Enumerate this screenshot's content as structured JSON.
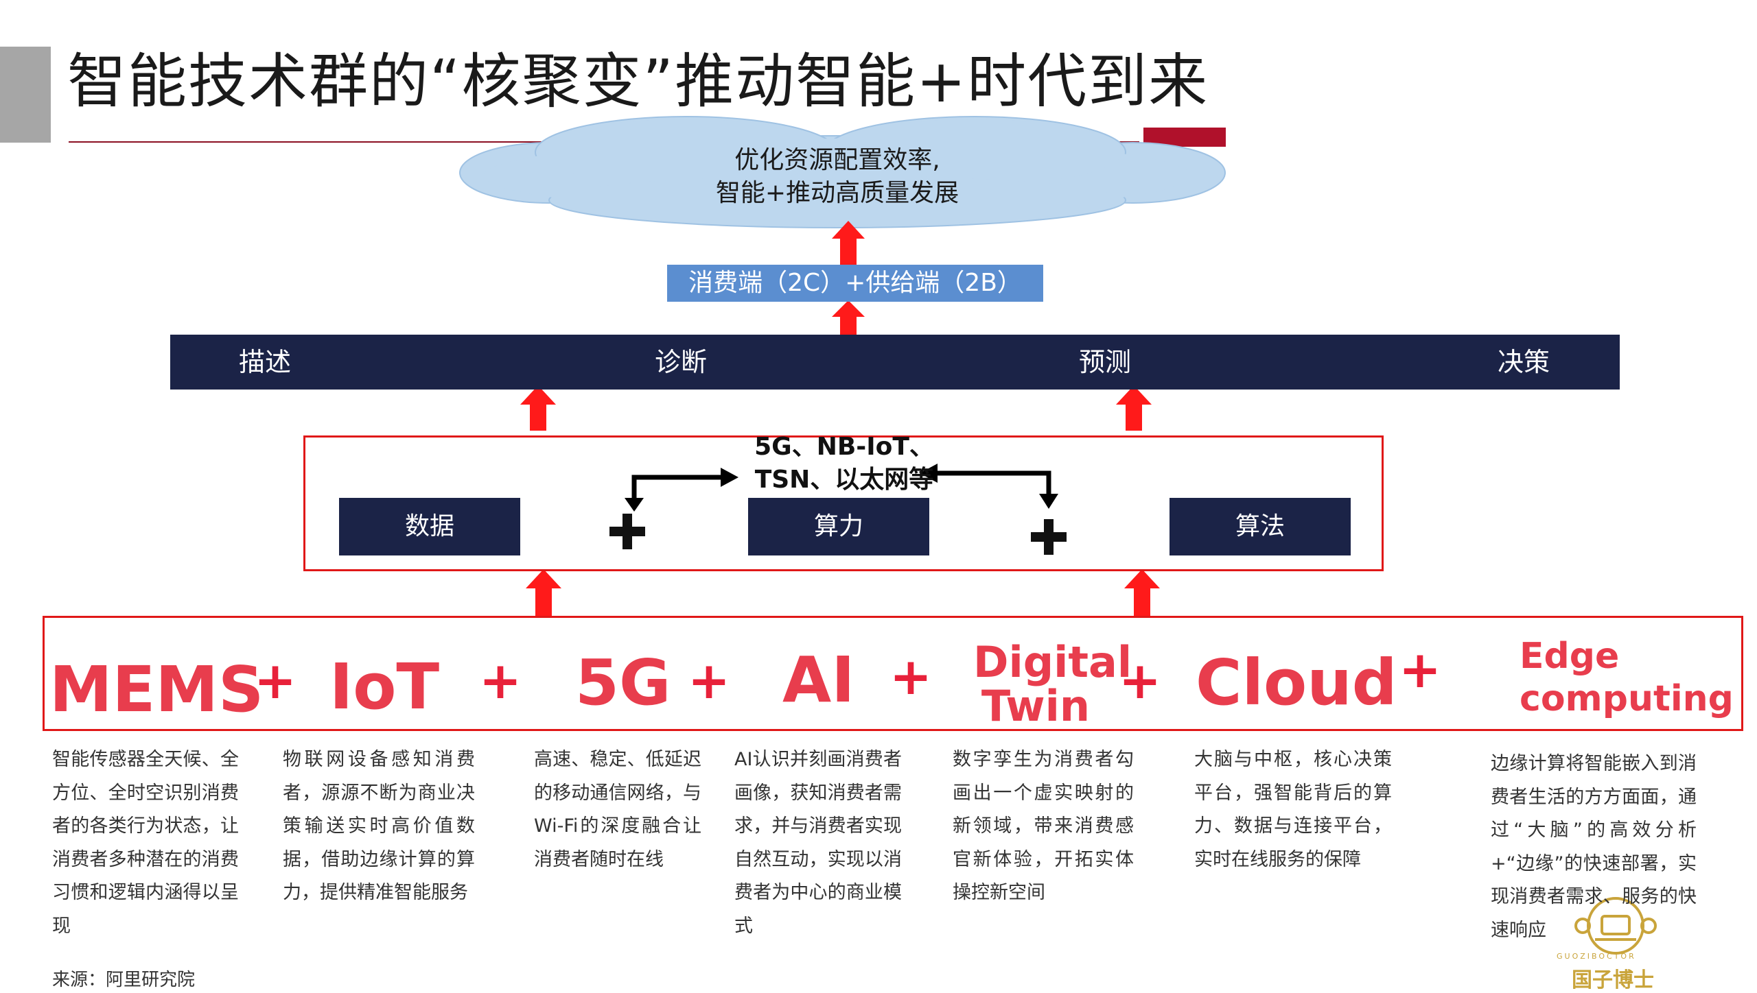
{
  "title": "智能技术群的“核聚变”推动智能+时代到来",
  "cloud": {
    "line1": "优化资源配置效率,",
    "line2": "智能+推动高质量发展"
  },
  "channel": "消费端（2C）+供给端（2B）",
  "band": {
    "items": [
      "描述",
      "诊断",
      "预测",
      "决策"
    ]
  },
  "network_label": {
    "line1": "5G、NB-IoT、",
    "line2": "TSN、以太网等"
  },
  "core": {
    "data": "数据",
    "compute": "算力",
    "algorithm": "算法"
  },
  "technologies": [
    {
      "name": "MEMS"
    },
    {
      "name": "IoT"
    },
    {
      "name": "5G"
    },
    {
      "name": "AI"
    },
    {
      "line1": "Digital",
      "line2": "Twin"
    },
    {
      "name": "Cloud"
    },
    {
      "line1": "Edge",
      "line2": "computing"
    }
  ],
  "plus": "+",
  "descriptions": [
    "智能传感器全天候、全方位、全时空识别消费者的各类行为状态，让消费者多种潜在的消费习惯和逻辑内涵得以呈现",
    "物联网设备感知消费者，源源不断为商业决策输送实时高价值数据，借助边缘计算的算力，提供精准智能服务",
    "高速、稳定、低延迟的移动通信网络，与Wi-Fi的深度融合让消费者随时在线",
    "AI认识并刻画消费者画像，获知消费者需求，并与消费者实现自然互动，实现以消费者为中心的商业模式",
    "数字孪生为消费者勾画出一个虚实映射的新领域，带来消费感官新体验，开拓实体操控新空间",
    "大脑与中枢，核心决策平台，强智能背后的算力、数据与连接平台，实时在线服务的保障",
    "边缘计算将智能嵌入到消费者生活的方方面面，通过“大脑”的高效分析+“边缘”的快速部署，实现消费者需求、服务的快速响应"
  ],
  "source": "来源：阿里研究院",
  "brand": {
    "name": "国子博士",
    "latin": "GUOZIBOCTOR"
  },
  "colors": {
    "navy": "#1b2347",
    "red": "#e01818",
    "tech_red": "#e83d4d",
    "channel_blue": "#5b8ed0",
    "cloud_blue": "#bdd7ee",
    "gold": "#c9a43b"
  }
}
